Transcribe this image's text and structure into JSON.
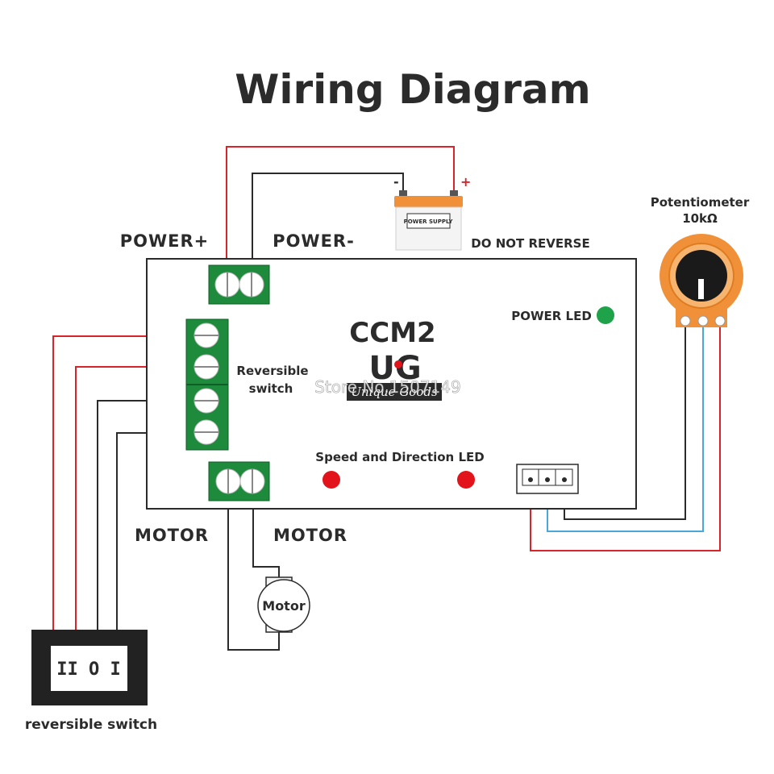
{
  "title": "Wiring Diagram",
  "labels": {
    "power_plus": "POWER+",
    "power_minus": "POWER-",
    "do_not_reverse": "DO NOT REVERSE",
    "reversible_switch_1": "Reversible",
    "reversible_switch_2": "switch",
    "power_led": "POWER  LED",
    "speed_direction_led": "Speed and Direction LED",
    "motor_left": "MOTOR",
    "motor_right": "MOTOR",
    "potentiometer_1": "Potentiometer",
    "potentiometer_2": "10kΩ",
    "reversible_switch_bottom": "reversible switch"
  },
  "board": {
    "model": "CCM2",
    "logo": "UG",
    "tagline": "Unique Goods",
    "watermark": "Store No.1507149"
  },
  "battery": {
    "label": "POWER SUPPLY",
    "minus": "-",
    "plus": "+"
  },
  "motor": {
    "label": "Motor"
  },
  "switch": {
    "symbol": "II O I"
  },
  "colors": {
    "wire_red": "#d9242b",
    "wire_black": "#2b2b2b",
    "wire_blue": "#4aa8d8",
    "terminal_green": "#1e8a3c",
    "led_green": "#1ea34a",
    "led_red": "#e3131b",
    "pot_orange": "#f0913a"
  }
}
